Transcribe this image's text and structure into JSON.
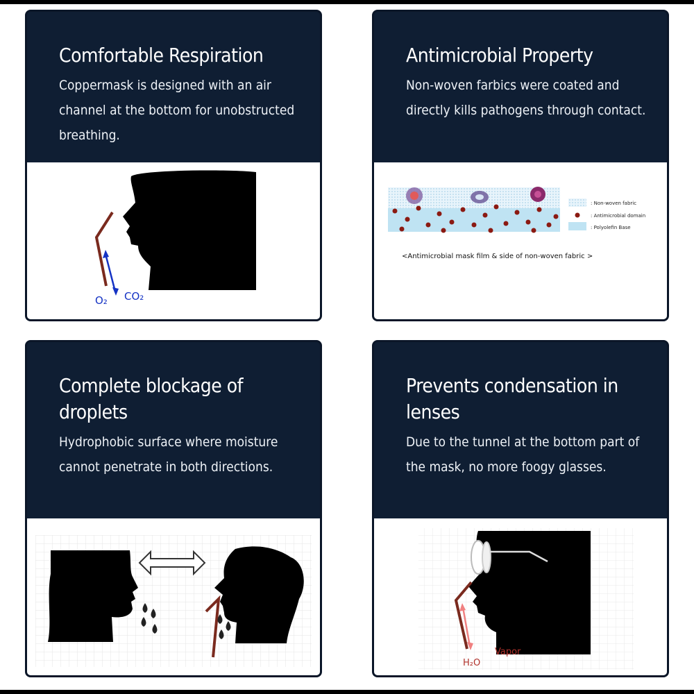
{
  "cards": [
    {
      "title": "Comfortable Respiration",
      "text": "Coppermask is designed with an air channel at the bottom for unobstructed breathing.",
      "image_labels": {
        "o2": "O₂",
        "co2": "CO₂"
      }
    },
    {
      "title": "Antimicrobial Property",
      "text": "Non-woven farbics were coated and directly kills pathogens through contact.",
      "image_labels": {
        "legend": [
          ": Non-woven fabric",
          ": Antimicrobial domain",
          ": Polyolefin Base"
        ],
        "caption": "<Antimicrobial mask film & side of non-woven fabric >"
      }
    },
    {
      "title": "Complete blockage of droplets",
      "text": "Hydrophobic surface where moisture cannot penetrate in both directions.",
      "image_labels": {}
    },
    {
      "title": "Prevents condensation in lenses",
      "text": "Due to the tunnel at the bottom part of the mask, no more foogy glasses.",
      "image_labels": {
        "vapor": "Vapor",
        "h2o": "H₂O"
      }
    }
  ],
  "colors": {
    "card_bg": "#0f1e33",
    "mask_brown": "#7a2a1e",
    "arrow_blue": "#1533c4",
    "arrow_pink": "#f08080",
    "dot_red": "#8b1a12",
    "fabric_blue": "#bfe3f3"
  }
}
